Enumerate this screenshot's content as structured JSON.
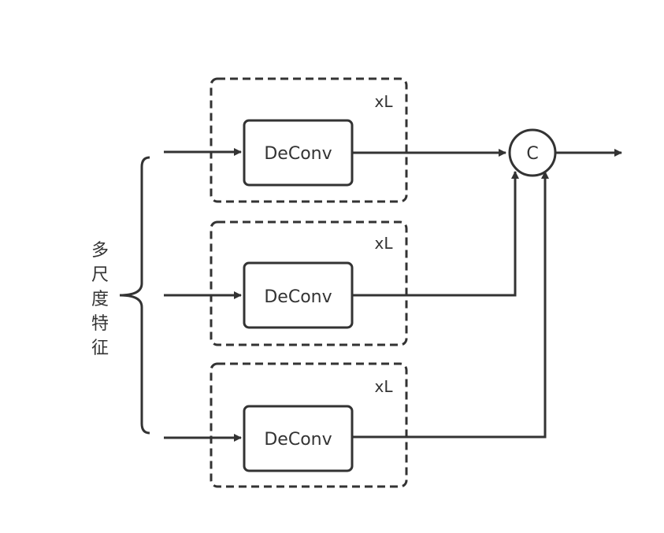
{
  "input_label": [
    "多",
    "尺",
    "度",
    "特",
    "征"
  ],
  "branches": [
    {
      "block_label": "DeConv",
      "repeat_label": "xL"
    },
    {
      "block_label": "DeConv",
      "repeat_label": "xL"
    },
    {
      "block_label": "DeConv",
      "repeat_label": "xL"
    }
  ],
  "concat_label": "C",
  "colors": {
    "stroke": "#333333",
    "background": "#ffffff"
  }
}
